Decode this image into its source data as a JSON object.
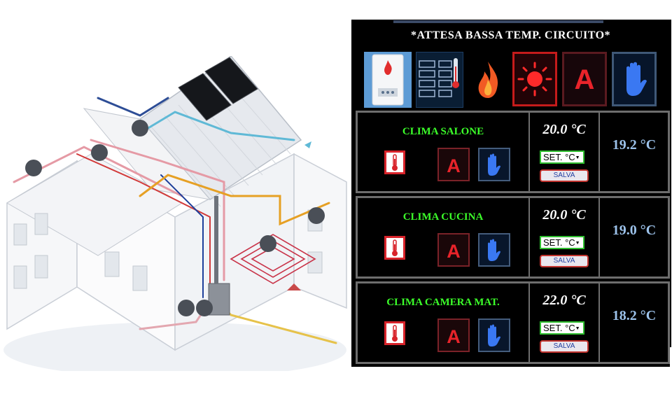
{
  "status_message": "*ATTESA BASSA TEMP. CIRCUITO*",
  "icons": {
    "boiler": "boiler-icon",
    "keypad": "keypad-thermometer-icon",
    "flame": "flame-icon",
    "sun": "sun-icon",
    "auto": "auto-mode-icon",
    "manual": "manual-hand-icon",
    "thermometer": "thermometer-icon"
  },
  "colors": {
    "zone_title": "#3cff2a",
    "measured_temp": "#9cc2ea",
    "setpoint": "#ffffff",
    "active_red": "#e8232a",
    "hand_blue": "#2a6cf0"
  },
  "auto_letter": "A",
  "zones": [
    {
      "name": "CLIMA SALONE",
      "setpoint": "20.0 °C",
      "select_value": "SET. °C",
      "save_label": "SALVA",
      "measured": "19.2 °C"
    },
    {
      "name": "CLIMA CUCINA",
      "setpoint": "20.0 °C",
      "select_value": "SET. °C",
      "save_label": "SALVA",
      "measured": "19.0 °C"
    },
    {
      "name": "CLIMA CAMERA MAT.",
      "setpoint": "22.0 °C",
      "select_value": "SET. °C",
      "save_label": "SALVA",
      "measured": "18.2 °C"
    }
  ]
}
